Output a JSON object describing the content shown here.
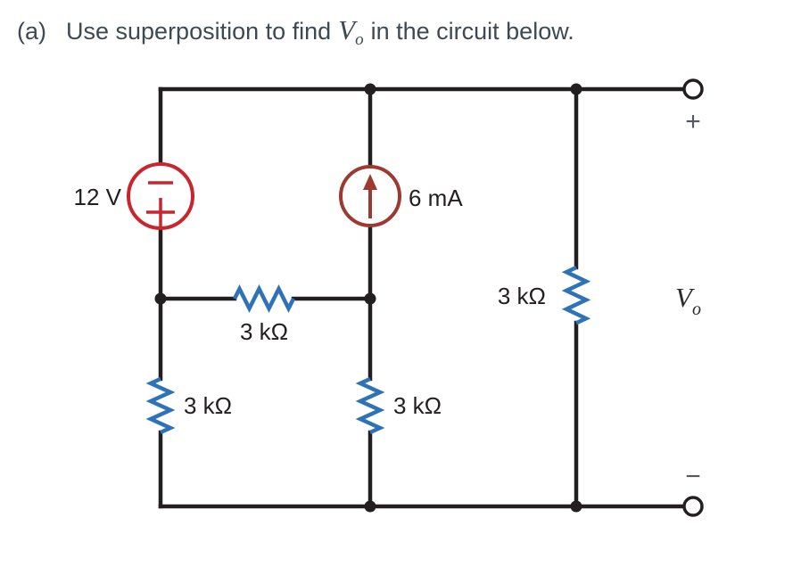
{
  "title": {
    "part": "(a)",
    "text_before": "Use superposition to find",
    "v_main": "V",
    "v_sub": "o",
    "text_after": "in the circuit below."
  },
  "colors": {
    "wire": "#231f20",
    "resistor_blue": "#2e72b8",
    "voltage_red": "#c9252c",
    "current_maroon": "#9c3a32",
    "title_text": "#3d4a53",
    "label_text": "#231f20",
    "sign_gray": "#55585c"
  },
  "circuit": {
    "voltage_source": {
      "label": "12 V",
      "symbol": "circle-with-minus-over-plus",
      "polarity_top": "−",
      "polarity_bottom": "+"
    },
    "current_source": {
      "label": "6 mA",
      "symbol": "circle-with-up-arrow",
      "direction": "up"
    },
    "resistors": [
      {
        "id": "middle-horizontal",
        "label": "3 kΩ"
      },
      {
        "id": "bottom-left",
        "label": "3 kΩ"
      },
      {
        "id": "bottom-middle",
        "label": "3 kΩ"
      },
      {
        "id": "right",
        "label": "3 kΩ"
      }
    ],
    "output": {
      "plus": "+",
      "minus": "−",
      "v_main": "V",
      "v_sub": "o"
    }
  }
}
